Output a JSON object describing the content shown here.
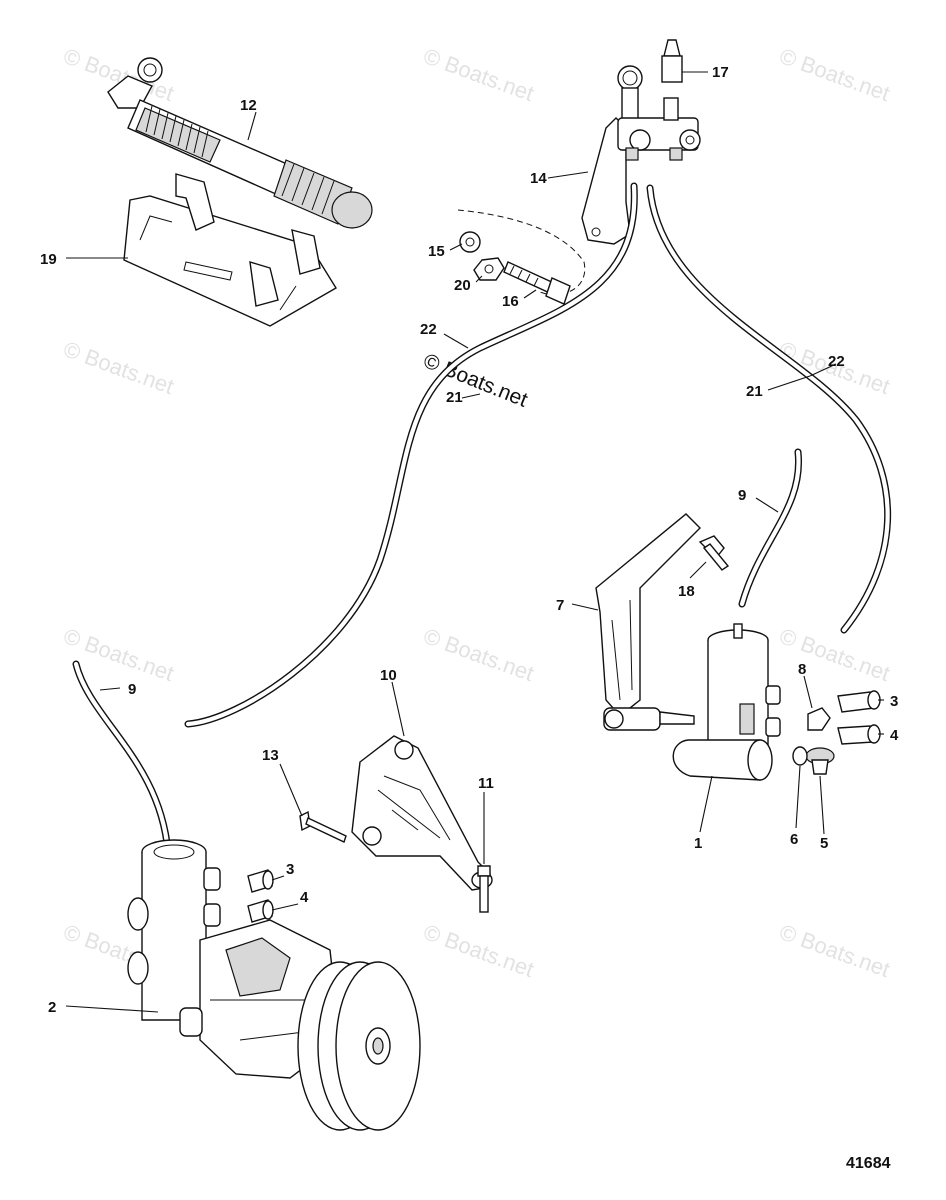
{
  "watermark": "© Boats.net",
  "figure_number": "41684",
  "callouts": {
    "c1": "1",
    "c2": "2",
    "c3a": "3",
    "c3b": "3",
    "c4a": "4",
    "c4b": "4",
    "c5": "5",
    "c6": "6",
    "c7": "7",
    "c8": "8",
    "c9a": "9",
    "c9b": "9",
    "c10": "10",
    "c11": "11",
    "c12": "12",
    "c13": "13",
    "c14": "14",
    "c15": "15",
    "c16": "16",
    "c17": "17",
    "c18": "18",
    "c19": "19",
    "c20": "20",
    "c21a": "21",
    "c21b": "21",
    "c22a": "22",
    "c22b": "22"
  }
}
